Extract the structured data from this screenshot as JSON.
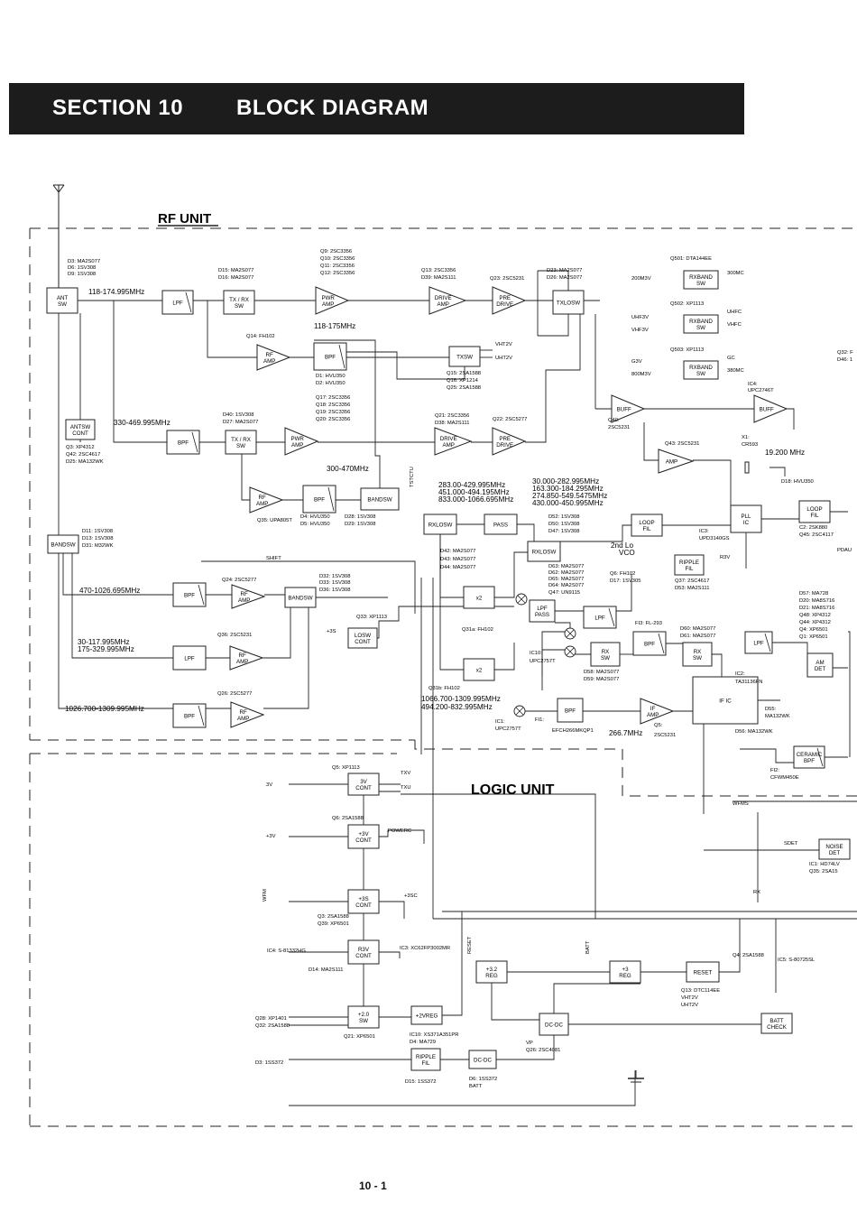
{
  "header": {
    "section": "SECTION 10",
    "title": "BLOCK DIAGRAM"
  },
  "units": {
    "rf": "RF UNIT",
    "logic": "LOGIC UNIT"
  },
  "page_number": "10 - 1",
  "blocks": [
    {
      "id": "ant-sw",
      "lines": [
        "ANT",
        "SW"
      ]
    },
    {
      "id": "lpf-1",
      "lines": [
        "LPF"
      ]
    },
    {
      "id": "txrx-sw-1",
      "lines": [
        "TX / RX",
        "SW"
      ]
    },
    {
      "id": "pwr-amp-1",
      "lines": [
        "PWR",
        "AMP"
      ]
    },
    {
      "id": "drive-amp-1",
      "lines": [
        "DRIVE",
        "AMP"
      ]
    },
    {
      "id": "pre-drive-1",
      "lines": [
        "PRE",
        "DRIVE"
      ]
    },
    {
      "id": "txlosw",
      "lines": [
        "TXLOSW"
      ]
    },
    {
      "id": "rxband-sw-1",
      "lines": [
        "RXBAND",
        "SW"
      ]
    },
    {
      "id": "rxband-sw-2",
      "lines": [
        "RXBAND",
        "SW"
      ]
    },
    {
      "id": "rxband-sw-3",
      "lines": [
        "RXBAND",
        "SW"
      ]
    },
    {
      "id": "rf-amp-1",
      "lines": [
        "RF",
        "AMP"
      ]
    },
    {
      "id": "bpf-1",
      "lines": [
        "BPF"
      ]
    },
    {
      "id": "txsw",
      "lines": [
        "TXSW"
      ]
    },
    {
      "id": "antsw-cont",
      "lines": [
        "ANTSW",
        "CONT"
      ]
    },
    {
      "id": "bpf-2",
      "lines": [
        "BPF"
      ]
    },
    {
      "id": "txrx-sw-2",
      "lines": [
        "TX / RX",
        "SW"
      ]
    },
    {
      "id": "pwr-amp-2",
      "lines": [
        "PWR",
        "AMP"
      ]
    },
    {
      "id": "drive-amp-2",
      "lines": [
        "DRIVE",
        "AMP"
      ]
    },
    {
      "id": "pre-drive-2",
      "lines": [
        "PRE",
        "DRIVE"
      ]
    },
    {
      "id": "buff-1",
      "lines": [
        "BUFF"
      ]
    },
    {
      "id": "buff-2",
      "lines": [
        "BUFF"
      ]
    },
    {
      "id": "amp-1",
      "lines": [
        "AMP"
      ]
    },
    {
      "id": "rf-amp-2",
      "lines": [
        "RF",
        "AMP"
      ]
    },
    {
      "id": "bpf-3",
      "lines": [
        "BPF"
      ]
    },
    {
      "id": "bandsw-1",
      "lines": [
        "BANDSW"
      ]
    },
    {
      "id": "rxlosw-1",
      "lines": [
        "RXLOSW"
      ]
    },
    {
      "id": "pass-1",
      "lines": [
        "PASS"
      ]
    },
    {
      "id": "loop-fil-1",
      "lines": [
        "LOOP",
        "FIL"
      ]
    },
    {
      "id": "pll-ic",
      "lines": [
        "PLL",
        "IC"
      ]
    },
    {
      "id": "loop-fil-2",
      "lines": [
        "LOOP",
        "FIL"
      ]
    },
    {
      "id": "bandsw-2",
      "lines": [
        "BANDSW"
      ]
    },
    {
      "id": "rxlosw-2",
      "lines": [
        "RXLOSW"
      ]
    },
    {
      "id": "bpf-4",
      "lines": [
        "BPF"
      ]
    },
    {
      "id": "rf-amp-3",
      "lines": [
        "RF",
        "AMP"
      ]
    },
    {
      "id": "bandsw-3",
      "lines": [
        "BANDSW"
      ]
    },
    {
      "id": "x2-1",
      "lines": [
        "x2"
      ]
    },
    {
      "id": "ripple-fil-1",
      "lines": [
        "RIPPLE",
        "FIL"
      ]
    },
    {
      "id": "lpf-pass",
      "lines": [
        "LPF",
        "PASS"
      ]
    },
    {
      "id": "losw-cont",
      "lines": [
        "LOSW",
        "CONT"
      ]
    },
    {
      "id": "lpf-2",
      "lines": [
        "LPF"
      ]
    },
    {
      "id": "rf-amp-4",
      "lines": [
        "RF",
        "AMP"
      ]
    },
    {
      "id": "lpf-3",
      "lines": [
        "LPF"
      ]
    },
    {
      "id": "bpf-5",
      "lines": [
        "BPF"
      ]
    },
    {
      "id": "rx-sw-1",
      "lines": [
        "RX",
        "SW"
      ]
    },
    {
      "id": "rx-sw-2",
      "lines": [
        "RX",
        "SW"
      ]
    },
    {
      "id": "lpf-4",
      "lines": [
        "LPF"
      ]
    },
    {
      "id": "am-det",
      "lines": [
        "AM",
        "DET"
      ]
    },
    {
      "id": "x2-2",
      "lines": [
        "x2"
      ]
    },
    {
      "id": "if-ic",
      "lines": [
        "IF IC"
      ]
    },
    {
      "id": "bpf-6",
      "lines": [
        "BPF"
      ]
    },
    {
      "id": "rf-amp-5",
      "lines": [
        "RF",
        "AMP"
      ]
    },
    {
      "id": "bpf-7",
      "lines": [
        "BPF"
      ]
    },
    {
      "id": "if-amp",
      "lines": [
        "IF",
        "AMP"
      ]
    },
    {
      "id": "ceramic-bpf",
      "lines": [
        "CERAMIC",
        "BPF"
      ]
    },
    {
      "id": "3v-cont",
      "lines": [
        "3V",
        "CONT"
      ]
    },
    {
      "id": "p3v-cont",
      "lines": [
        "+3V",
        "CONT"
      ]
    },
    {
      "id": "p3s-cont",
      "lines": [
        "+3S",
        "CONT"
      ]
    },
    {
      "id": "r3v-cont",
      "lines": [
        "R3V",
        "CONT"
      ]
    },
    {
      "id": "p32-reg",
      "lines": [
        "+3.2",
        "REG"
      ]
    },
    {
      "id": "p3-reg",
      "lines": [
        "+3",
        "REG"
      ]
    },
    {
      "id": "reset",
      "lines": [
        "RESET"
      ]
    },
    {
      "id": "p20-sw",
      "lines": [
        "+2.0",
        "SW"
      ]
    },
    {
      "id": "p2vreg",
      "lines": [
        "+2VREG"
      ]
    },
    {
      "id": "dc-dc-1",
      "lines": [
        "DC-DC"
      ]
    },
    {
      "id": "ripple-fil-2",
      "lines": [
        "RIPPLE",
        "FIL"
      ]
    },
    {
      "id": "dc-dc-2",
      "lines": [
        "DC-DC"
      ]
    },
    {
      "id": "batt-check",
      "lines": [
        "BATT",
        "CHECK"
      ]
    },
    {
      "id": "noise-det",
      "lines": [
        "NOISE",
        "DET"
      ]
    }
  ],
  "labels": [
    "D3: MA2S077",
    "D6: 1SV308",
    "D9: 1SV308",
    "118-174.995MHz",
    "D15: MA2S077",
    "D16: MA2S077",
    "Q9: 2SC3356",
    "Q10: 2SC3356",
    "Q11: 2SC3356",
    "Q12: 2SC3356",
    "Q13: 2SC3356",
    "D39: MA2S111",
    "Q23: 2SC5231",
    "D23: MA2S077",
    "D26: MA2S077",
    "Q501: DTA144EE",
    "200M3V",
    "300MC",
    "Q502: XP1113",
    "UHF3V",
    "VHF3V",
    "UHFC",
    "VHFC",
    "Q503: XP1113",
    "G3V",
    "800M3V",
    "GC",
    "380MC",
    "118-175MHz",
    "Q14: FH102",
    "D1: HVU350",
    "D2: HVU350",
    "VHT2V",
    "UHT2V",
    "Q15: 2SA1588",
    "Q16: XP1214",
    "Q25: 2SA1588",
    "IC4:",
    "UPC2746T",
    "Q17: 2SC3356",
    "Q18: 2SC3356",
    "Q19: 2SC3356",
    "Q20: 2SC3356",
    "Q21: 2SC3356",
    "D38: MA2S111",
    "Q22: 2SC5277",
    "Q40:",
    "2SC5231",
    "330-469.995MHz",
    "D40: 1SV308",
    "D27: MA2S077",
    "Q3: XP4312",
    "Q42: 2SC4617",
    "D25: MA132WK",
    "300-470MHz",
    "Q43: 2SC5231",
    "X1:",
    "CR593",
    "19.200 MHz",
    "D18: HVU350",
    "Q35: UPA805T",
    "D4: HVU350",
    "D5: HVU350",
    "D28: 1SV308",
    "D29: 1SV308",
    "283.00-429.995MHz",
    "451.000-494.195MHz",
    "833.000-1066.695MHz",
    "30.000-282.995MHz",
    "163.300-184.295MHz",
    "274.850-549.5475MHz",
    "430.000-450.995MHz",
    "TSTCTU",
    "D52: 1SV308",
    "D50: 1SV308",
    "D47: 1SV308",
    "IC3:",
    "UPD3140GS",
    "C2: 2SK880",
    "Q45: 2SC4117",
    "Q32: F",
    "D46: 1",
    "PDAU",
    "D11: 1SV308",
    "D13: 1SV308",
    "D31: M32WK",
    "SHIFT",
    "D42: MA2S077",
    "D43: MA2S077",
    "D44: MA2S077",
    "2nd Lo",
    "VCO",
    "D63: MA2S077",
    "D62: MA2S077",
    "D65: MA2S077",
    "D64: MA2S077",
    "Q47: UN9115",
    "Q6: FH102",
    "D17: 1SV305",
    "R3V",
    "Q37: 2SC4617",
    "D53: MA2S111",
    "Q24: 2SC5277",
    "470-1026.695MHz",
    "D32: 1SV308",
    "D33: 1SV308",
    "D36: 1SV308",
    "D57: MA728",
    "D20: MA8S716",
    "D21: MA8S716",
    "Q48: XP4312",
    "Q44: XP4312",
    "Q4: XP6501",
    "Q1: XP6501",
    "Q33: XP1113",
    "+3S",
    "Q31a: FH102",
    "Q36: 2SC5231",
    "30-117.995MHz",
    "175-329.995MHz",
    "FI3: FL-293",
    "D60: MA2S077",
    "D61: MA2S077",
    "IC10:",
    "UPC2757T",
    "D58: MA2S077",
    "D59: MA2S077",
    "IC2:",
    "TA31136FN",
    "Q31b: FH102",
    "Q26: 2SC5277",
    "1026.700-1309.995MHz",
    "1066.700-1309.995MHz",
    "494.200-832.995MHz",
    "IC1:",
    "UPC2757T",
    "FI1:",
    "EFCH266MKQP1",
    "266.7MHz",
    "Q5:",
    "2SC5231",
    "D55:",
    "MA132WK",
    "D56: MA132WK",
    "FI2:",
    "CFWM450E",
    "Q5: XP1113",
    "3V",
    "TXV",
    "TXU",
    "Q6: 2SA1588",
    "+3V",
    "POWERC",
    "WFMS",
    "SDET",
    "IC1: HD74LV",
    "Q35: 2SA15",
    "+3SC",
    "Q3: 2SA1588",
    "Q39: XP6501",
    "WFM",
    "RX",
    "IC4: S-81332HG",
    "IC3: XC62FP3002MR",
    "RESET",
    "BATT",
    "Q4: 2SA1588",
    "IC5: S-80725SL",
    "D14: MA2S111",
    "Q13: DTC114EE",
    "VHT2V",
    "UHT2V",
    "Q28: XP1401",
    "Q32: 2SA1588",
    "Q21: XP6501",
    "IC10: XS371A351PR",
    "D4: MA729",
    "VP",
    "Q26: 2SC4081",
    "D3: 1SS372",
    "D15: 1SS372",
    "D6: 1SS372",
    "BATT"
  ]
}
